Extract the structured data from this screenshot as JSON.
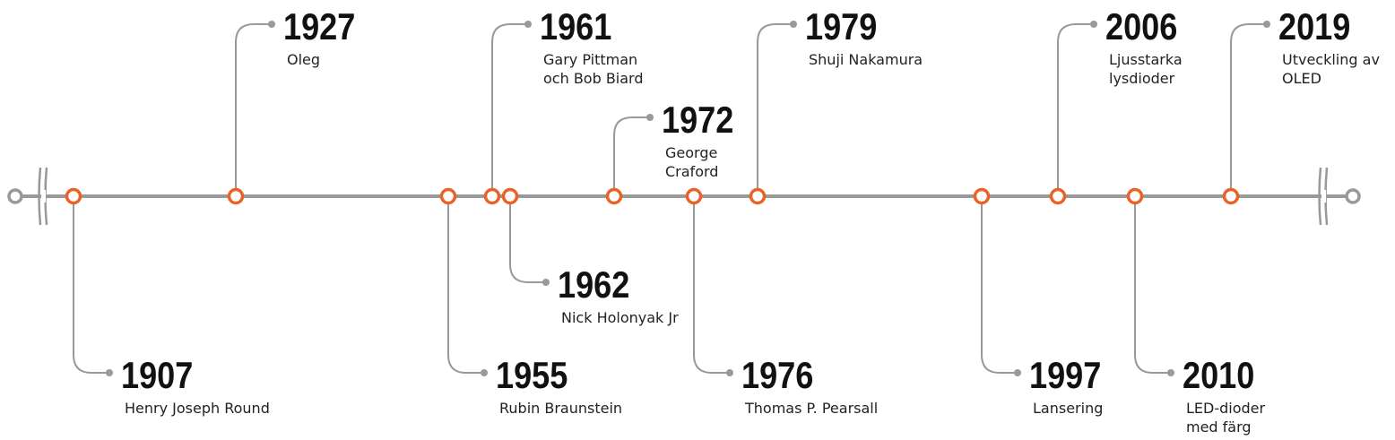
{
  "title": "LED timeline",
  "colors": {
    "line": "#999999",
    "node": "#e8622a",
    "text": "#111111"
  },
  "events": [
    {
      "year": "1907",
      "lines": [
        "Henry Joseph Round"
      ]
    },
    {
      "year": "1927",
      "lines": [
        "Oleg"
      ]
    },
    {
      "year": "1955",
      "lines": [
        "Rubin Braunstein"
      ]
    },
    {
      "year": "1961",
      "lines": [
        "Gary Pittman",
        "och Bob Biard"
      ]
    },
    {
      "year": "1962",
      "lines": [
        "Nick Holonyak Jr"
      ]
    },
    {
      "year": "1972",
      "lines": [
        "George",
        "Craford"
      ]
    },
    {
      "year": "1976",
      "lines": [
        "Thomas P. Pearsall"
      ]
    },
    {
      "year": "1979",
      "lines": [
        "Shuji Nakamura"
      ]
    },
    {
      "year": "1997",
      "lines": [
        "Lansering"
      ]
    },
    {
      "year": "2006",
      "lines": [
        "Ljusstarka",
        "lysdioder"
      ]
    },
    {
      "year": "2010",
      "lines": [
        "LED-dioder",
        "med färg"
      ]
    },
    {
      "year": "2019",
      "lines": [
        "Utveckling av",
        "OLED"
      ]
    }
  ]
}
